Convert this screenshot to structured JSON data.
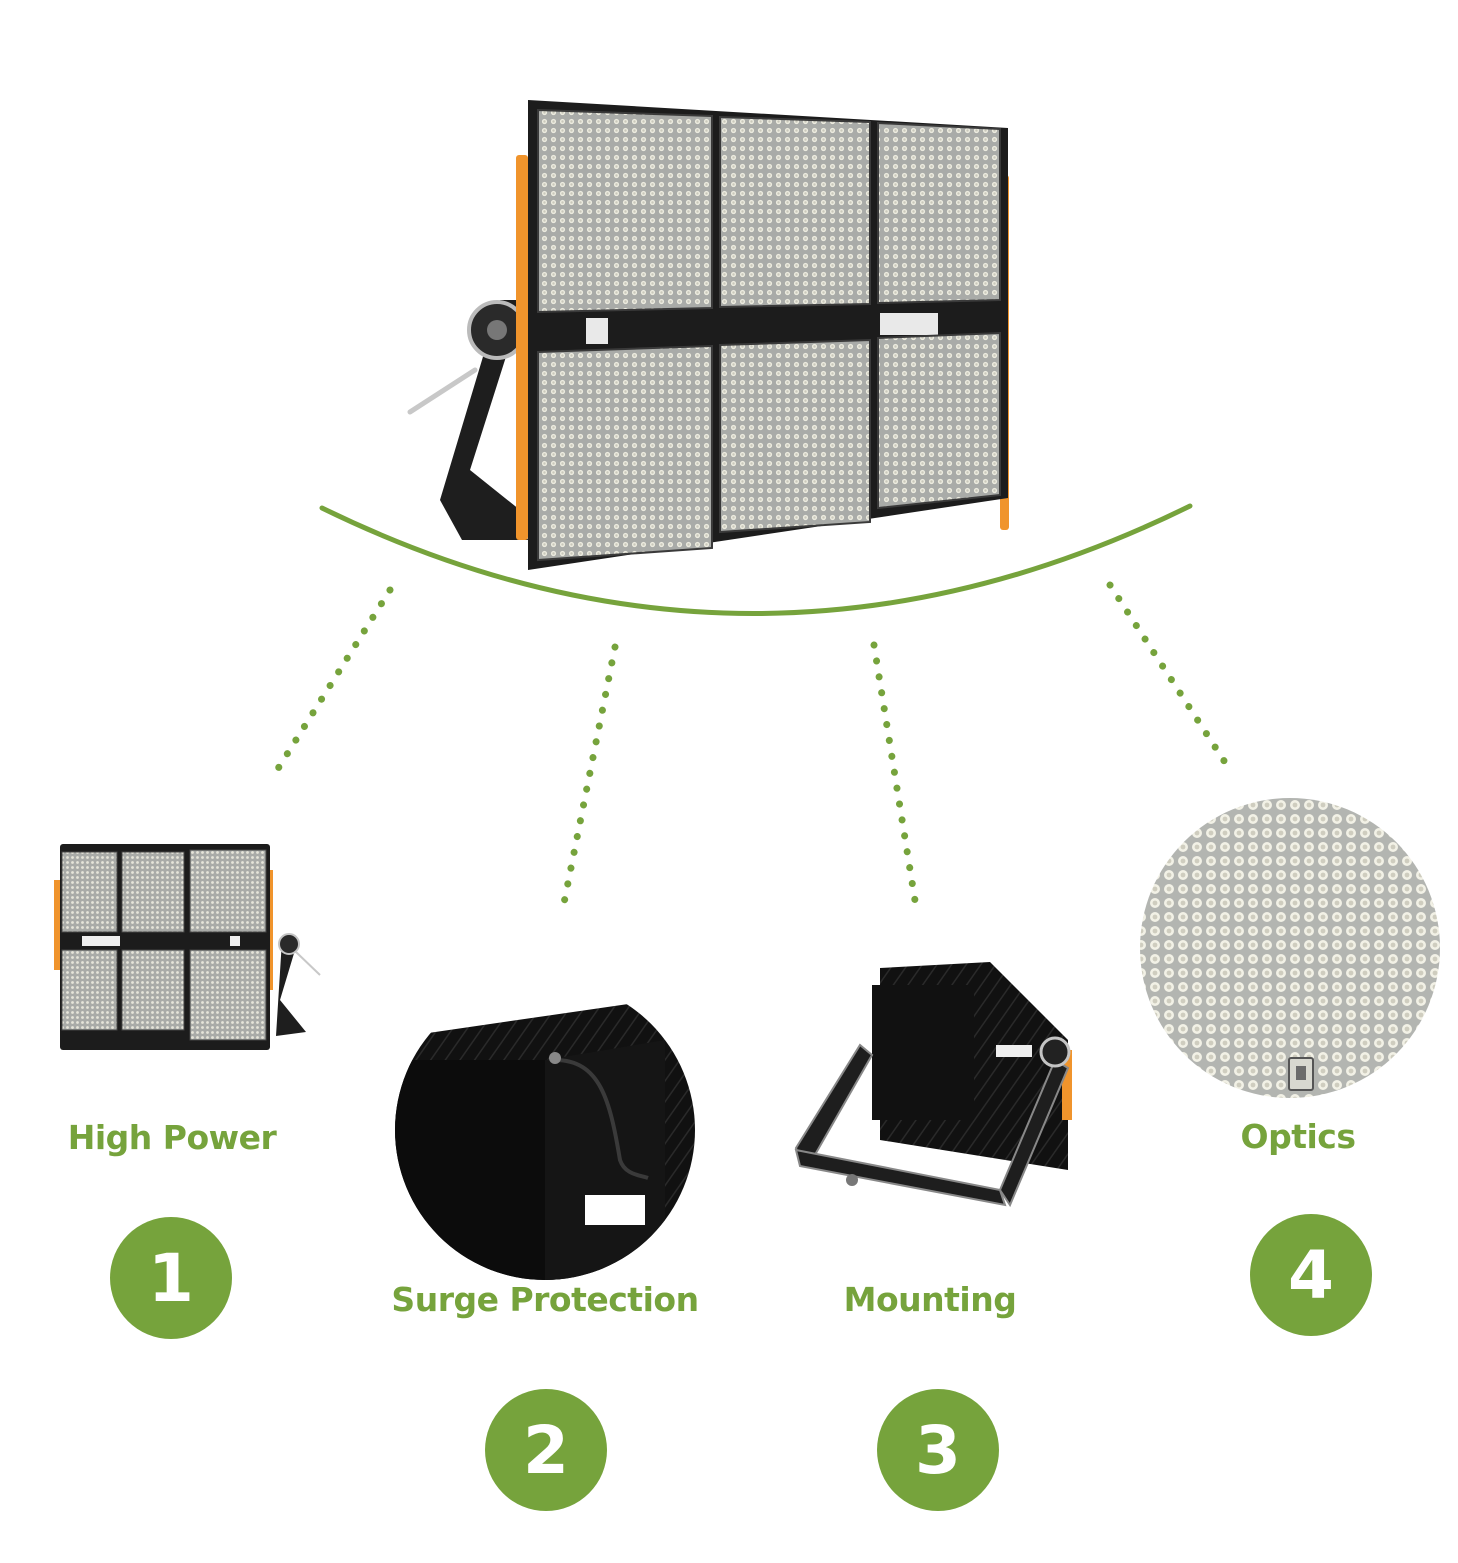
{
  "features": [
    {
      "label": "High Power",
      "number": "1"
    },
    {
      "label": "Surge Protection",
      "number": "2"
    },
    {
      "label": "Mounting",
      "number": "3"
    },
    {
      "label": "Optics",
      "number": "4"
    }
  ],
  "colors": {
    "accent": "#76a33c",
    "housing": "#1c1c1c",
    "panel": "#a9aba8",
    "trim": "#f0942c",
    "led": "#ecebdf"
  },
  "icons": [
    "floodlight-icon",
    "surge-protection-closeup-icon",
    "mounting-bracket-icon",
    "led-optics-closeup-icon"
  ]
}
